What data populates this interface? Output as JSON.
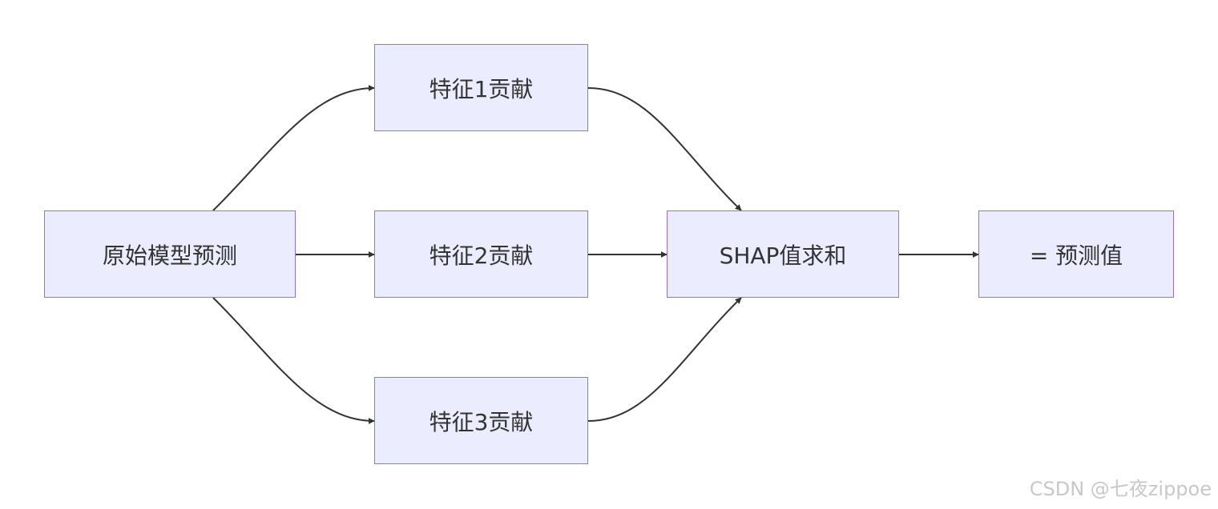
{
  "diagram": {
    "nodes": {
      "original": "原始模型预测",
      "feature1": "特征1贡献",
      "feature2": "特征2贡献",
      "feature3": "特征3贡献",
      "shap_sum": "SHAP值求和",
      "prediction": "= 预测值"
    },
    "colors": {
      "node_fill": "#ececff",
      "node_border": "#9370db",
      "edge": "#333333",
      "text": "#333333"
    }
  },
  "watermark": "CSDN @七夜zippoe"
}
